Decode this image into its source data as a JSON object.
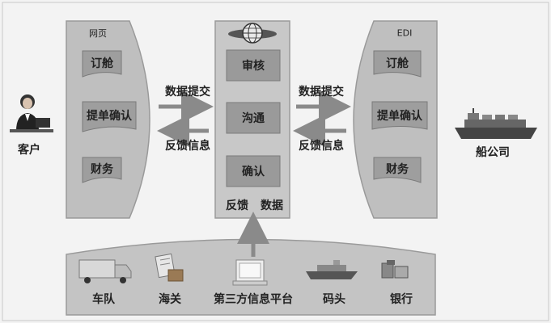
{
  "customer": {
    "label": "客户"
  },
  "web_panel": {
    "title": "网页",
    "items": [
      "订舱",
      "提单确认",
      "财务"
    ]
  },
  "center_panel": {
    "items": [
      "审核",
      "沟通",
      "确认"
    ],
    "bottom_left": "反馈",
    "bottom_right": "数据"
  },
  "edi_panel": {
    "title": "EDI",
    "items": [
      "订舱",
      "提单确认",
      "财务"
    ]
  },
  "shipping": {
    "label": "船公司"
  },
  "flows": {
    "left_submit": "数据提交",
    "left_feedback": "反馈信息",
    "right_submit": "数据提交",
    "right_feedback": "反馈信息"
  },
  "platform_items": [
    "车队",
    "海关",
    "第三方信息平台",
    "码头",
    "银行"
  ]
}
